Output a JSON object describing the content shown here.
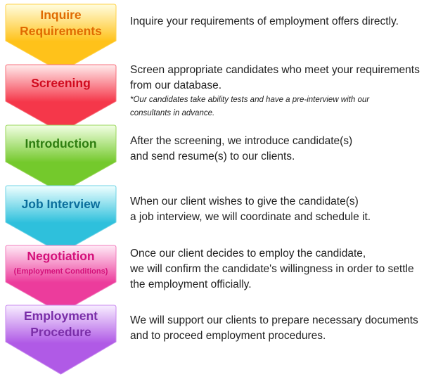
{
  "steps": [
    {
      "title_lines": [
        "Inquire",
        "Requirements"
      ],
      "color": "#e06a00",
      "fill_top": "#fffde0",
      "fill_bottom": "#ffc21a",
      "stroke": "#ffd24a",
      "desc_lines": [
        "Inquire your requirements of employment offers directly."
      ],
      "note_lines": []
    },
    {
      "title_lines": [
        "Screening"
      ],
      "color": "#d10a1e",
      "fill_top": "#ffecec",
      "fill_bottom": "#f5374a",
      "stroke": "#f7707d",
      "desc_lines": [
        "Screen appropriate candidates who meet your requirements",
        "from our database."
      ],
      "note_lines": [
        "*Our candidates take ability tests and have a pre-interview with our",
        "consultants in advance."
      ]
    },
    {
      "title_lines": [
        "Introduction"
      ],
      "color": "#2e7d10",
      "fill_top": "#f2ffe4",
      "fill_bottom": "#74c92c",
      "stroke": "#9ad65a",
      "desc_lines": [
        "After the screening, we introduce candidate(s)",
        "and send resume(s) to our clients."
      ],
      "note_lines": []
    },
    {
      "title_lines": [
        "Job Interview"
      ],
      "color": "#0b6e9c",
      "fill_top": "#f0ffff",
      "fill_bottom": "#2ec0dc",
      "stroke": "#6fd3e6",
      "desc_lines": [
        "When our client wishes to give the candidate(s)",
        "a job interview, we will coordinate and schedule it."
      ],
      "note_lines": []
    },
    {
      "title_lines": [
        "Negotiation",
        "(Employment Conditions)"
      ],
      "color": "#d4107a",
      "fill_top": "#ffeaf6",
      "fill_bottom": "#ec3c9c",
      "stroke": "#f27cbc",
      "desc_lines": [
        "Once our client decides to employ the candidate,",
        "we will confirm the candidate's willingness in order to settle",
        "the employment officially."
      ],
      "note_lines": []
    },
    {
      "title_lines": [
        "Employment",
        "Procedure"
      ],
      "color": "#7a2ea8",
      "fill_top": "#f8eeff",
      "fill_bottom": "#b05ae6",
      "stroke": "#c88aef",
      "desc_lines": [
        "We will support our clients to prepare necessary documents",
        "and to proceed employment procedures."
      ],
      "note_lines": []
    }
  ]
}
